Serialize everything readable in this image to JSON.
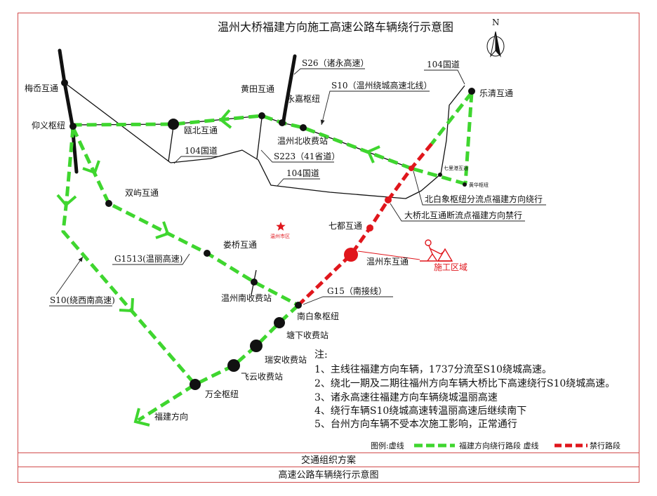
{
  "title": "温州大桥福建方向施工高速公路车辆绕行示意图",
  "north_label": "N",
  "colors": {
    "detour": "#3fd62f",
    "closed": "#e0161c",
    "road": "#111111",
    "border": "#d24b4b"
  },
  "icons": {
    "north": "north-arrow-icon",
    "city": "star-icon",
    "construction": "construction-worker-icon"
  },
  "nodes": {
    "meiao": "梅岙互通",
    "yangyi": "仰义枢纽",
    "oubei": "瓯北互通",
    "huangtian": "黄田互通",
    "yongjia": "永嘉枢纽",
    "wenzhoubei": "温州北收费站",
    "yueqing": "乐清互通",
    "qiligang": "七里港互通",
    "huanghua": "黄华枢纽",
    "qidu": "七都互通",
    "wenzhoudong": "温州东互通",
    "shuangyu": "双屿互通",
    "louqiao": "娄桥互通",
    "wenzhounan": "温州南收费站",
    "nanbaixiang": "南白象枢纽",
    "tangxia": "塘下收费站",
    "ruian": "瑞安收费站",
    "feiyun": "飞云收费站",
    "wanquan": "万全枢纽",
    "fujian": "福建方向"
  },
  "roads": {
    "s26": "S26（诸永高速）",
    "s10_north": "S10（温州绕城高速北线）",
    "s223": "S223（41省道）",
    "g104_west": "104国道",
    "g104_mid": "104国道",
    "g104_east": "104国道",
    "g1513": "G1513(温丽高速)",
    "s10_southwest": "S10(绕西南高速)",
    "g15_south": "G15（南接线）"
  },
  "callouts": {
    "diversion": "北白象枢纽分流点福建方向绕行",
    "closure": "大桥北互通断流点福建方向禁行",
    "city": "温州市区",
    "construction": "施工区域"
  },
  "notes": {
    "heading": "注:",
    "items": [
      "1、主线往福建方向车辆，1737分流至S10绕城高速。",
      "2、绕北一期及二期往福州方向车辆大桥比下高速绕行S10绕城高速。",
      "3、诸永高速往福建方向车辆绕城温丽高速",
      "4、绕行车辆S10绕城高速转温丽高速后继续南下",
      "5、台州方向车辆不受本次施工影响，正常通行"
    ]
  },
  "legend": {
    "prefix": "图例:虚线",
    "detour_label": "福建方向绕行路段 虚线",
    "closed_label": "禁行路段"
  },
  "footer": {
    "plan": "交通组织方案",
    "caption": "高速公路车辆绕行示意图"
  }
}
